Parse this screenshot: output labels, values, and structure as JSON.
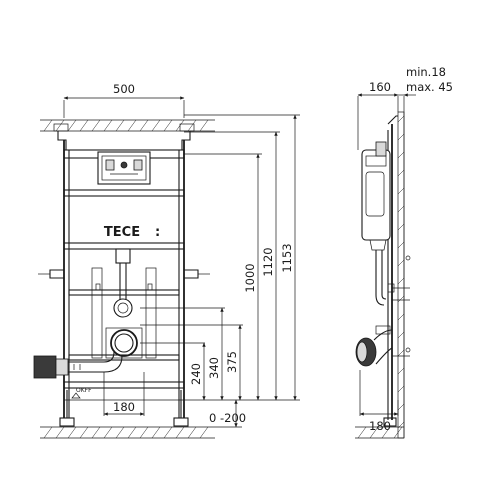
{
  "brand": "TECE",
  "front_view": {
    "width_label": "500",
    "height_labels": {
      "h1153": "1153",
      "h1120": "1120",
      "h1000": "1000",
      "h375": "375",
      "h340": "340",
      "h240": "240"
    },
    "bottom_labels": {
      "spacing": "180",
      "floor_adjust": "0 -200"
    },
    "okff_label": "OKFF"
  },
  "side_view": {
    "depth_label": "160",
    "wall_min": "min.18",
    "wall_max": "max. 45",
    "bottom_depth_label": "180"
  }
}
